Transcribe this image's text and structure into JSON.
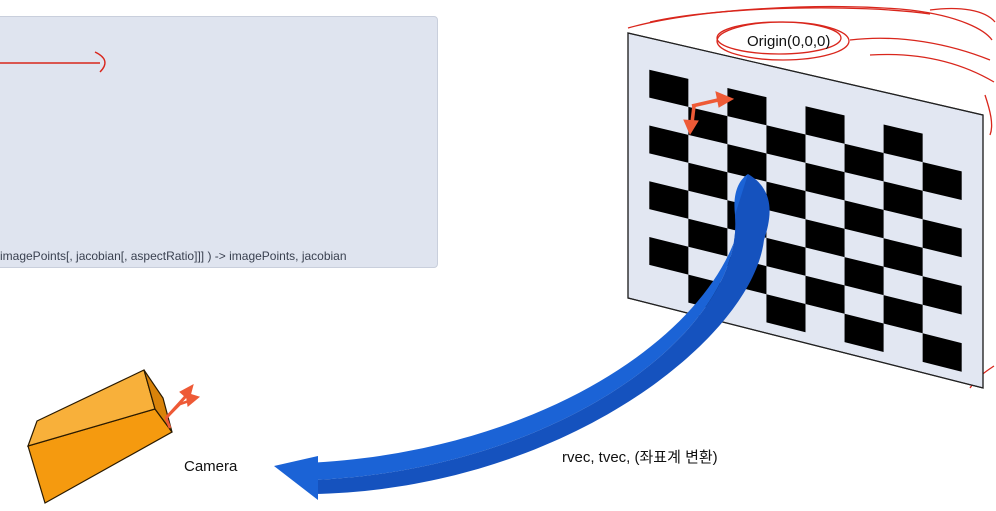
{
  "doc_panel": {
    "signature_text": "imagePoints[, jacobian[, aspectRatio]]] ) -> imagePoints, jacobian"
  },
  "labels": {
    "origin": "Origin(0,0,0)",
    "camera": "Camera",
    "transform": "rvec, tvec, (좌표계 변환)"
  },
  "colors": {
    "board_background": "#e2e7f2",
    "board_square": "#000000",
    "camera_body": "#f5990e",
    "axis_arrow": "#ee5a36",
    "transform_arrow": "#1b63d6",
    "annotation_ink": "#d9261c"
  },
  "icons": {
    "camera": "orange-box-camera",
    "board": "checkerboard-pattern",
    "transform": "curved-arrow"
  }
}
